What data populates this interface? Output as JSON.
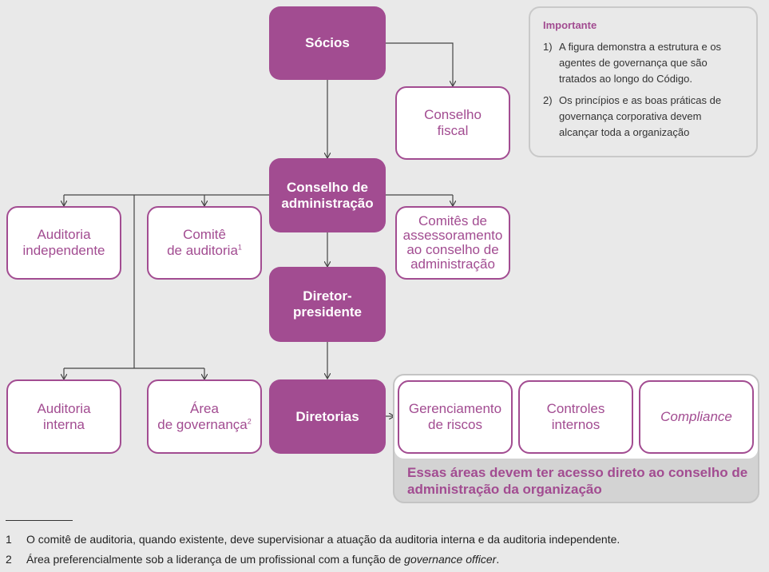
{
  "diagram": {
    "socios": "Sócios",
    "conselho_fiscal": [
      "Conselho",
      "fiscal"
    ],
    "conselho_administracao": [
      "Conselho de",
      "administração"
    ],
    "auditoria_independente": [
      "Auditoria",
      "independente"
    ],
    "comite_auditoria": [
      "Comitê",
      "de auditoria"
    ],
    "comite_auditoria_sup": "1",
    "comites_assessoramento": [
      "Comitês de",
      "assessoramento",
      "ao conselho de",
      "administração"
    ],
    "diretor_presidente": [
      "Diretor-",
      "presidente"
    ],
    "auditoria_interna": [
      "Auditoria",
      "interna"
    ],
    "area_governanca": [
      "Área",
      "de governança"
    ],
    "area_governanca_sup": "2",
    "diretorias": "Diretorias",
    "gerenciamento_riscos": [
      "Gerenciamento",
      "de riscos"
    ],
    "controles_internos": [
      "Controles",
      "internos"
    ],
    "compliance": "Compliance",
    "group_note": "Essas áreas devem ter acesso direto ao conselho de administração da organização"
  },
  "important": {
    "title": "Importante",
    "items": [
      {
        "num": "1)",
        "text": "A figura demonstra a estrutura e os agentes de governança que são tratados ao longo do Código."
      },
      {
        "num": "2)",
        "text": "Os princípios e as boas práticas de governança corporativa devem alcançar toda a organização"
      }
    ]
  },
  "footnotes": [
    {
      "num": "1",
      "text": "O comitê de auditoria, quando existente, deve supervisionar a atuação da auditoria interna e da auditoria independente.",
      "italic": ""
    },
    {
      "num": "2",
      "text": "Área preferencialmente sob a liderança de um profissional com a função de ",
      "italic": "governance officer",
      "tail": "."
    }
  ],
  "colors": {
    "accent": "#a24c91",
    "background": "#e9e9e9",
    "group_bg": "#d3d3d3"
  }
}
